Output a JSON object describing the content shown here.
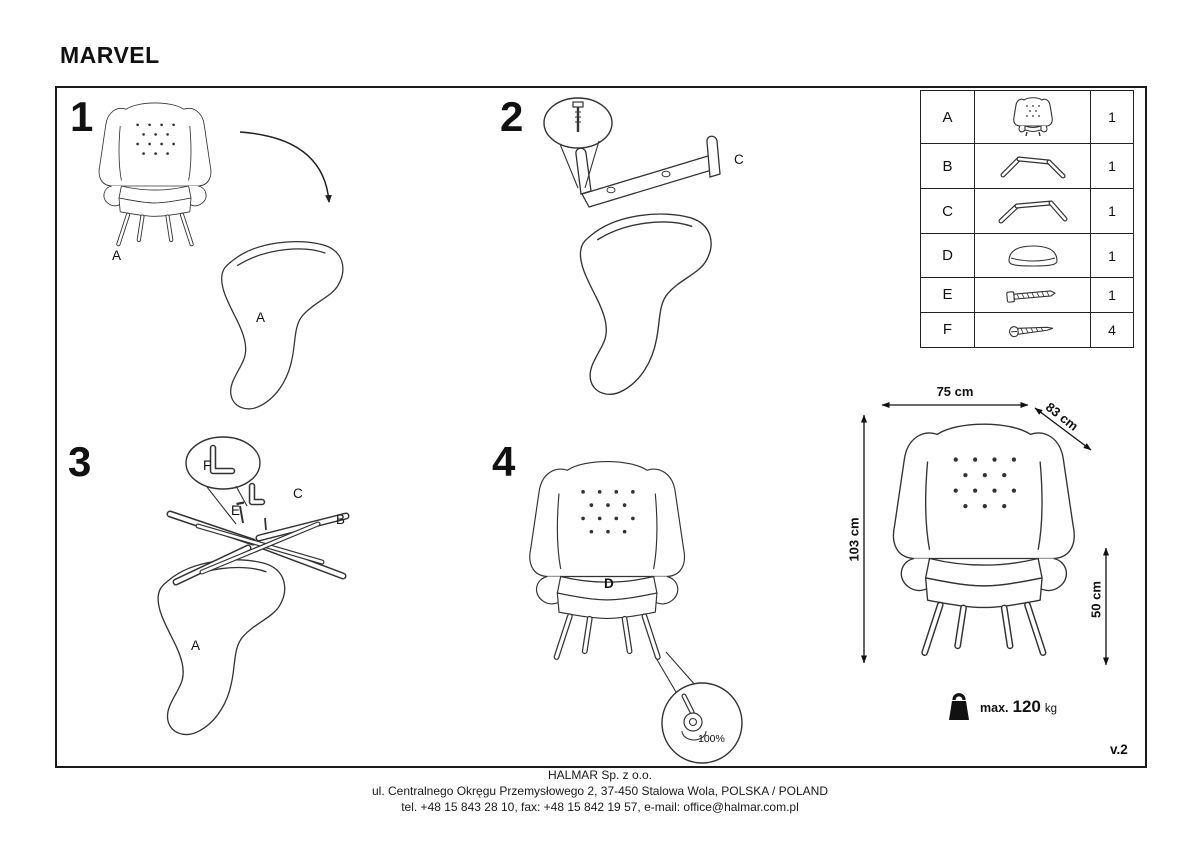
{
  "title": "MARVEL",
  "steps": {
    "one": {
      "number": "1",
      "chair_label": "A",
      "base_label": "A"
    },
    "two": {
      "number": "2",
      "frame_label": "C"
    },
    "three": {
      "number": "3",
      "key_label": "F",
      "screw_label": "E",
      "frame_c_label": "C",
      "frame_b_label": "B",
      "base_label": "A"
    },
    "four": {
      "number": "4",
      "cushion_label": "D",
      "magnifier_label": "100%"
    }
  },
  "parts_table": {
    "rows": [
      {
        "letter": "A",
        "icon": "armchair-icon",
        "qty": "1"
      },
      {
        "letter": "B",
        "icon": "leg-frame-icon",
        "qty": "1"
      },
      {
        "letter": "C",
        "icon": "leg-frame-icon",
        "qty": "1"
      },
      {
        "letter": "D",
        "icon": "cushion-icon",
        "qty": "1"
      },
      {
        "letter": "E",
        "icon": "bolt-icon",
        "qty": "1"
      },
      {
        "letter": "F",
        "icon": "screw-icon",
        "qty": "4"
      }
    ]
  },
  "dimensions": {
    "width": "75 cm",
    "depth": "83 cm",
    "height": "103 cm",
    "seat_height": "50 cm"
  },
  "weight_limit": {
    "prefix": "max.",
    "value": "120",
    "unit": "kg"
  },
  "version": "v.2",
  "footer": {
    "company": "HALMAR Sp. z o.o.",
    "address": "ul. Centralnego Okręgu Przemysłowego 2, 37-450 Stalowa Wola, POLSKA / POLAND",
    "contact": "tel. +48 15 843 28 10, fax: +48 15 842 19 57, e-mail: office@halmar.com.pl"
  },
  "colors": {
    "line": "#333333",
    "text": "#111111",
    "background": "#ffffff"
  }
}
